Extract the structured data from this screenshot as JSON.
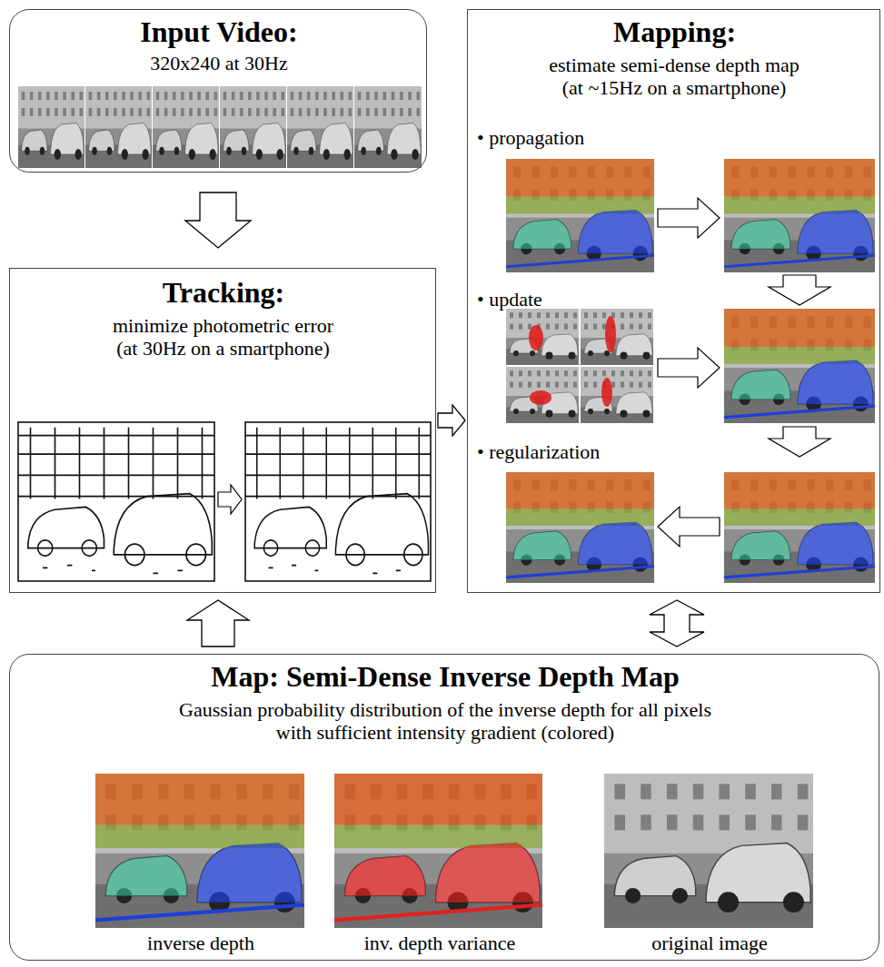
{
  "diagram": {
    "nodes": [
      {
        "text": [
          "Input Video:",
          "320x240 at 30Hz"
        ]
      },
      {
        "text": [
          "Tracking:",
          "minimize photometric error (at 30Hz on a smartphone)"
        ]
      },
      {
        "text": [
          "Mapping:",
          "estimate semi-dense depth map (at ~15Hz on a smartphone)",
          "• propagation",
          "• update",
          "• regularization"
        ]
      },
      {
        "text": [
          "Map: Semi-Dense Inverse Depth Map",
          "Gaussian probability distribution of the inverse depth for all pixels with sufficient intensity gradient (colored)",
          "inverse depth",
          "inv. depth variance",
          "original image"
        ]
      }
    ],
    "edges": [
      {
        "from": 0,
        "to": 1,
        "arrow": "to"
      },
      {
        "from": 1,
        "to": 2,
        "arrow": "to"
      },
      {
        "from": 3,
        "to": 1,
        "arrow": "to"
      },
      {
        "from": 2,
        "to": 3,
        "arrow": "both"
      }
    ]
  }
}
